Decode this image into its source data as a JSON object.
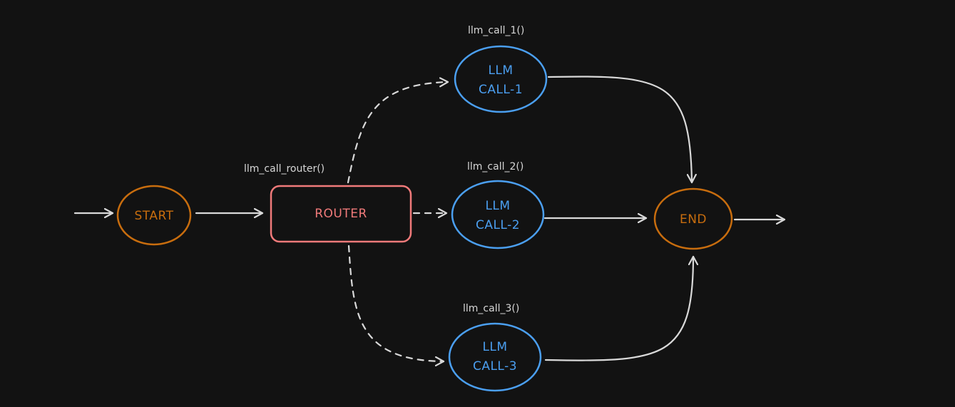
{
  "colors": {
    "background": "#121212",
    "terminal": "#c86d0e",
    "router": "#f07a7a",
    "llm": "#4b9ff0",
    "edge": "#d9d9d9",
    "function_label": "#d6d6d6"
  },
  "nodes": {
    "start": {
      "label": "START"
    },
    "router": {
      "label": "ROUTER"
    },
    "llm1": {
      "line1": "LLM",
      "line2": "CALL-1"
    },
    "llm2": {
      "line1": "LLM",
      "line2": "CALL-2"
    },
    "llm3": {
      "line1": "LLM",
      "line2": "CALL-3"
    },
    "end": {
      "label": "END"
    }
  },
  "function_labels": {
    "router": "llm_call_router()",
    "llm1": "llm_call_1()",
    "llm2": "llm_call_2()",
    "llm3": "llm_call_3()"
  }
}
